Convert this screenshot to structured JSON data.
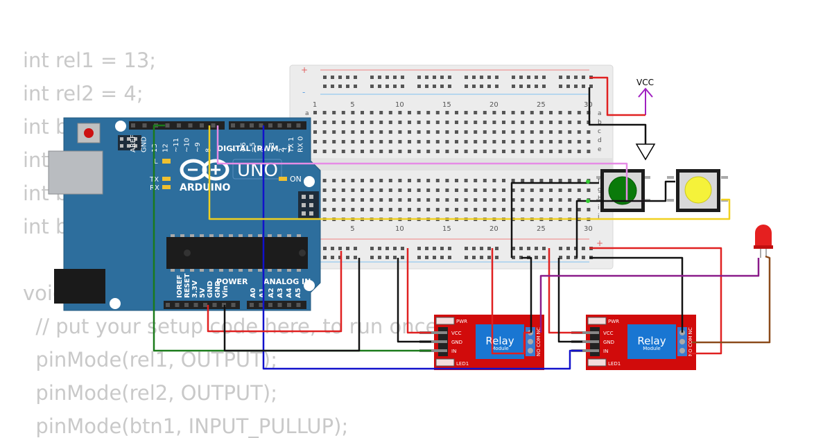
{
  "code": {
    "lines": [
      "int rel1 = 13;",
      "int rel2 = 4;",
      "int btn1 = 3;",
      "int btn2 = 2;",
      "int btn1State = 0;",
      "int btn2State = 0;",
      "",
      "void setup() {",
      "  // put your setup code here, to run once:",
      "  pinMode(rel1, OUTPUT);",
      "  pinMode(rel2, OUTPUT);",
      "  pinMode(btn1, INPUT_PULLUP);"
    ]
  },
  "arduino": {
    "brand": "ARDUINO",
    "model": "UNO",
    "digital_header": "DIGITAL (PWM ~)",
    "power_header": "POWER",
    "analog_header": "ANALOG IN",
    "on_label": "ON",
    "l_label": "L",
    "tx_label": "TX",
    "rx_label": "RX",
    "digital_pins": [
      "AREF",
      "GND",
      "13",
      "12",
      "~11",
      "~10",
      "~9",
      "8",
      "7",
      "~6",
      "~5",
      "4",
      "~3",
      "2",
      "TX 1",
      "RX 0"
    ],
    "power_pins": [
      "IOREF",
      "RESET",
      "3.3V",
      "5V",
      "GND",
      "GND",
      "Vin"
    ],
    "analog_pins": [
      "A0",
      "A1",
      "A2",
      "A3",
      "A4",
      "A5"
    ]
  },
  "breadboard": {
    "column_numbers": [
      "1",
      "5",
      "10",
      "15",
      "20",
      "25",
      "30"
    ],
    "rows_top": [
      "a",
      "b",
      "c",
      "d",
      "e"
    ],
    "rows_bottom": [
      "f",
      "g",
      "h",
      "i",
      "j"
    ],
    "plus": "+",
    "minus": "-"
  },
  "power_symbol": {
    "label": "VCC"
  },
  "relay1": {
    "title": "Relay",
    "subtitle": "Module",
    "pwr": "PWR",
    "led": "LED1",
    "pins": [
      "VCC",
      "GND",
      "IN"
    ],
    "terminals": "NO COM NC"
  },
  "relay2": {
    "title": "Relay",
    "subtitle": "Module",
    "pwr": "PWR",
    "led": "LED1",
    "pins": [
      "VCC",
      "GND",
      "IN"
    ],
    "terminals": "NO COM NC"
  },
  "buttons": [
    {
      "color": "green"
    },
    {
      "color": "yellow"
    }
  ],
  "led": {
    "color": "red"
  },
  "colors": {
    "board": "#2d6e9d",
    "breadboard": "#ececec",
    "relay": "#d10b0b",
    "relay_block": "#1976d2",
    "wire_red": "#e02020",
    "wire_black": "#111111",
    "wire_green": "#1a7a1a",
    "wire_blue": "#1111cc",
    "wire_yellow": "#f0d020",
    "wire_pink": "#e68be6",
    "wire_purple": "#8a1a8a",
    "wire_brown": "#8b4a1a",
    "code_text": "#c9c9c9"
  }
}
